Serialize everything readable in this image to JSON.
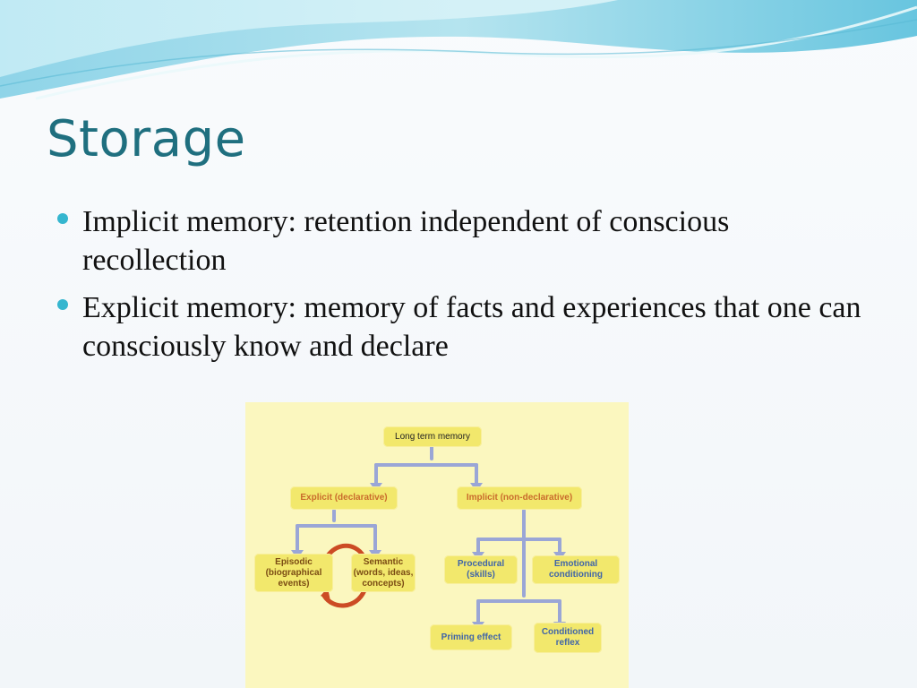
{
  "slide": {
    "title": "Storage",
    "bullets": [
      "Implicit memory: retention independent of conscious recollection",
      "Explicit memory: memory of facts and experiences that one can consciously know and declare"
    ]
  },
  "diagram": {
    "nodes": {
      "long_term_memory": "Long term memory",
      "explicit": "Explicit (declarative)",
      "implicit": "Implicit (non-declarative)",
      "episodic": "Episodic (biographical events)",
      "semantic": "Semantic (words, ideas, concepts)",
      "procedural": "Procedural (skills)",
      "emotional": "Emotional conditioning",
      "priming": "Priming effect",
      "conditioned": "Conditioned reflex"
    },
    "colors": {
      "accent": "#35b6cf",
      "title": "#1f6f7f",
      "diagram_bg": "#fbf7bf",
      "node_bg": "#f2e86c",
      "arrow": "#9aa6d6",
      "cycle": "#cc4b24"
    }
  }
}
